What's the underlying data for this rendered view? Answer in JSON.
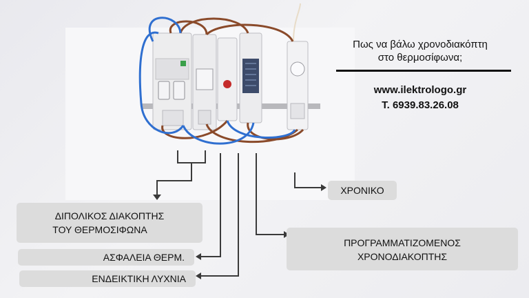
{
  "title": {
    "line1": "Πως να βάλω χρονοδιακόπτη",
    "line2": "στο θερμοσίφωνα;"
  },
  "contact": {
    "website": "www.ilektrologo.gr",
    "phone": "Τ. 6939.83.26.08"
  },
  "labels": {
    "xroniko": "ΧΡΟΝΙΚΟ",
    "dipolikos_line1": "ΔΙΠΟΛΙΚΟΣ ΔΙΑΚΟΠΤΗΣ",
    "dipolikos_line2": "ΤΟΥ ΘΕΡΜΟΣΙΦΩΝΑ",
    "programmatizomenos_line1": "ΠΡΟΓΡΑΜΜΑΤΙΖΟΜΕΝΟΣ",
    "programmatizomenos_line2": "ΧΡΟΝΟΔΙΑΚΟΠΤΗΣ",
    "asfaleia": "ΑΣΦΑΛΕΙΑ ΘΕΡΜ.",
    "endeiktiki": "ΕΝΔΕΙΚΤΙΚΗ ΛΥΧΝΙΑ"
  },
  "colors": {
    "wire_brown": "#8a4a2a",
    "wire_blue": "#2f6fd0",
    "arrow": "#3a3a3a"
  }
}
